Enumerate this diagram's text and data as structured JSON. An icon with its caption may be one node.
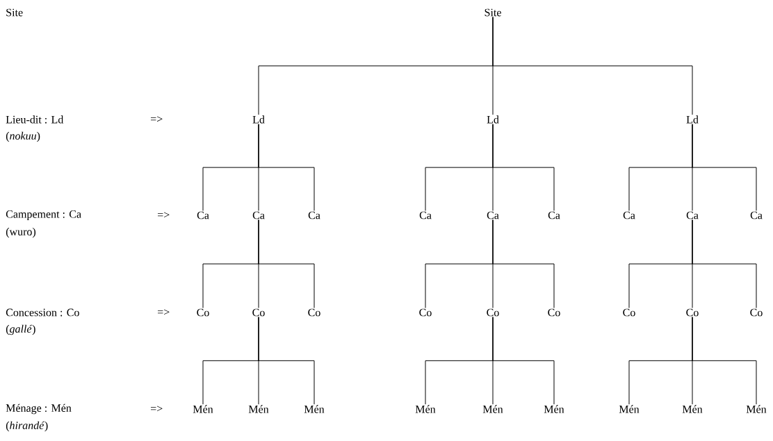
{
  "diagram": {
    "nodes": [
      {
        "text": [
          "Site"
        ]
      },
      {
        "text": [
          "Ld"
        ]
      },
      {
        "text": [
          "Ld"
        ]
      },
      {
        "text": [
          "Ld"
        ]
      },
      {
        "text": [
          "Ca"
        ]
      },
      {
        "text": [
          "Ca"
        ]
      },
      {
        "text": [
          "Ca"
        ]
      },
      {
        "text": [
          "Ca"
        ]
      },
      {
        "text": [
          "Ca"
        ]
      },
      {
        "text": [
          "Ca"
        ]
      },
      {
        "text": [
          "Ca"
        ]
      },
      {
        "text": [
          "Ca"
        ]
      },
      {
        "text": [
          "Ca"
        ]
      },
      {
        "text": [
          "Co"
        ]
      },
      {
        "text": [
          "Co"
        ]
      },
      {
        "text": [
          "Co"
        ]
      },
      {
        "text": [
          "Co"
        ]
      },
      {
        "text": [
          "Co"
        ]
      },
      {
        "text": [
          "Co"
        ]
      },
      {
        "text": [
          "Co"
        ]
      },
      {
        "text": [
          "Co"
        ]
      },
      {
        "text": [
          "Co"
        ]
      },
      {
        "text": [
          "Mén"
        ]
      },
      {
        "text": [
          "Mén"
        ]
      },
      {
        "text": [
          "Mén"
        ]
      },
      {
        "text": [
          "Mén"
        ]
      },
      {
        "text": [
          "Mén"
        ]
      },
      {
        "text": [
          "Mén"
        ]
      },
      {
        "text": [
          "Mén"
        ]
      },
      {
        "text": [
          "Mén"
        ]
      },
      {
        "text": [
          "Mén"
        ]
      }
    ],
    "edges": [
      {
        "from": 0,
        "to": 1,
        "arrow": "none"
      },
      {
        "from": 0,
        "to": 2,
        "arrow": "none"
      },
      {
        "from": 0,
        "to": 3,
        "arrow": "none"
      },
      {
        "from": 1,
        "to": 4,
        "arrow": "none"
      },
      {
        "from": 1,
        "to": 5,
        "arrow": "none"
      },
      {
        "from": 1,
        "to": 6,
        "arrow": "none"
      },
      {
        "from": 2,
        "to": 7,
        "arrow": "none"
      },
      {
        "from": 2,
        "to": 8,
        "arrow": "none"
      },
      {
        "from": 2,
        "to": 9,
        "arrow": "none"
      },
      {
        "from": 3,
        "to": 10,
        "arrow": "none"
      },
      {
        "from": 3,
        "to": 11,
        "arrow": "none"
      },
      {
        "from": 3,
        "to": 12,
        "arrow": "none"
      },
      {
        "from": 5,
        "to": 13,
        "arrow": "none"
      },
      {
        "from": 5,
        "to": 14,
        "arrow": "none"
      },
      {
        "from": 5,
        "to": 15,
        "arrow": "none"
      },
      {
        "from": 8,
        "to": 16,
        "arrow": "none"
      },
      {
        "from": 8,
        "to": 17,
        "arrow": "none"
      },
      {
        "from": 8,
        "to": 18,
        "arrow": "none"
      },
      {
        "from": 11,
        "to": 19,
        "arrow": "none"
      },
      {
        "from": 11,
        "to": 20,
        "arrow": "none"
      },
      {
        "from": 11,
        "to": 21,
        "arrow": "none"
      },
      {
        "from": 14,
        "to": 22,
        "arrow": "none"
      },
      {
        "from": 14,
        "to": 23,
        "arrow": "none"
      },
      {
        "from": 14,
        "to": 24,
        "arrow": "none"
      },
      {
        "from": 17,
        "to": 25,
        "arrow": "none"
      },
      {
        "from": 17,
        "to": 26,
        "arrow": "none"
      },
      {
        "from": 17,
        "to": 27,
        "arrow": "none"
      },
      {
        "from": 20,
        "to": 28,
        "arrow": "none"
      },
      {
        "from": 20,
        "to": 29,
        "arrow": "none"
      },
      {
        "from": 20,
        "to": 30,
        "arrow": "none"
      }
    ],
    "labels": [
      "Site",
      "Lieu-dit : Ld",
      "=>",
      "(*nokuu*)",
      "Campement : Ca",
      "=>",
      "(wuro)",
      "Concession : Co",
      "=>",
      "(*gallé*)",
      "Ménage : Mén",
      "=>",
      "(*hirandé*)"
    ]
  }
}
